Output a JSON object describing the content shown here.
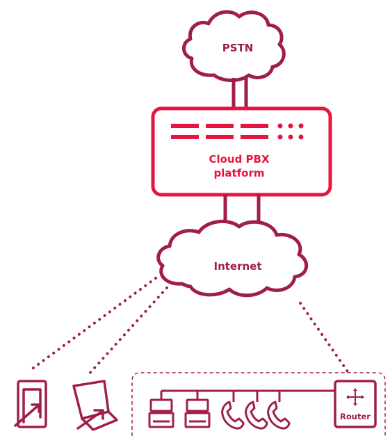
{
  "colors": {
    "dark": "#a01f4a",
    "red": "#e4163f",
    "dots": "#a01f4a"
  },
  "nodes": {
    "pstn": {
      "label": "PSTN",
      "icon": "cloud-icon"
    },
    "pbx": {
      "line1": "Cloud PBX",
      "line2": "platform",
      "icon": "server-rack-icon"
    },
    "internet": {
      "label": "Internet",
      "icon": "cloud-icon"
    },
    "router": {
      "label": "Router",
      "icon": "router-icon"
    }
  },
  "devices": [
    {
      "name": "mobile-phone-icon"
    },
    {
      "name": "laptop-icon"
    },
    {
      "name": "desktop-computer-icon"
    },
    {
      "name": "desktop-computer-icon"
    },
    {
      "name": "telephone-handset-icon"
    },
    {
      "name": "telephone-handset-icon"
    },
    {
      "name": "telephone-handset-icon"
    }
  ]
}
